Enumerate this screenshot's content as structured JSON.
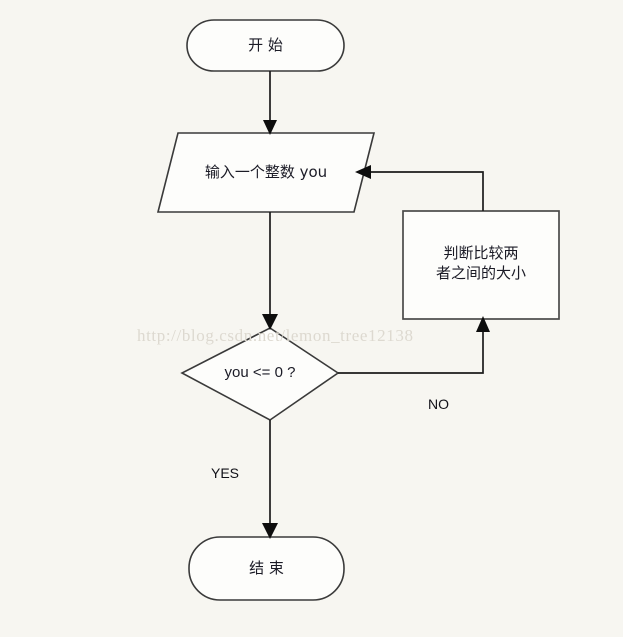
{
  "diagram": {
    "type": "flowchart",
    "background_color": "#f7f6f1",
    "shape_fill_color": "#fdfdfb",
    "shape_border_color": "#3a3a3a",
    "connector_color": "#1c1c1c",
    "nodes": [
      {
        "id": "start",
        "shape": "terminator",
        "label": "开 始"
      },
      {
        "id": "input",
        "shape": "parallelogram",
        "label": "输入一个整数 you"
      },
      {
        "id": "process",
        "shape": "rectangle",
        "label_line1": "判断比较两",
        "label_line2": "者之间的大小"
      },
      {
        "id": "decision",
        "shape": "diamond",
        "label": "you <= 0 ?"
      },
      {
        "id": "end",
        "shape": "terminator",
        "label": "结 束"
      }
    ],
    "edges": [
      {
        "id": "start-to-input",
        "from": "start",
        "to": "input",
        "label": ""
      },
      {
        "id": "input-to-decision",
        "from": "input",
        "to": "decision",
        "label": ""
      },
      {
        "id": "decision-no-to-process",
        "from": "decision",
        "to": "process",
        "label": "NO"
      },
      {
        "id": "process-to-input",
        "from": "process",
        "to": "input",
        "label": ""
      },
      {
        "id": "decision-yes-to-end",
        "from": "decision",
        "to": "end",
        "label": "YES"
      }
    ]
  },
  "watermark": {
    "text": "http://blog.csdn.net/lemon_tree12138"
  }
}
